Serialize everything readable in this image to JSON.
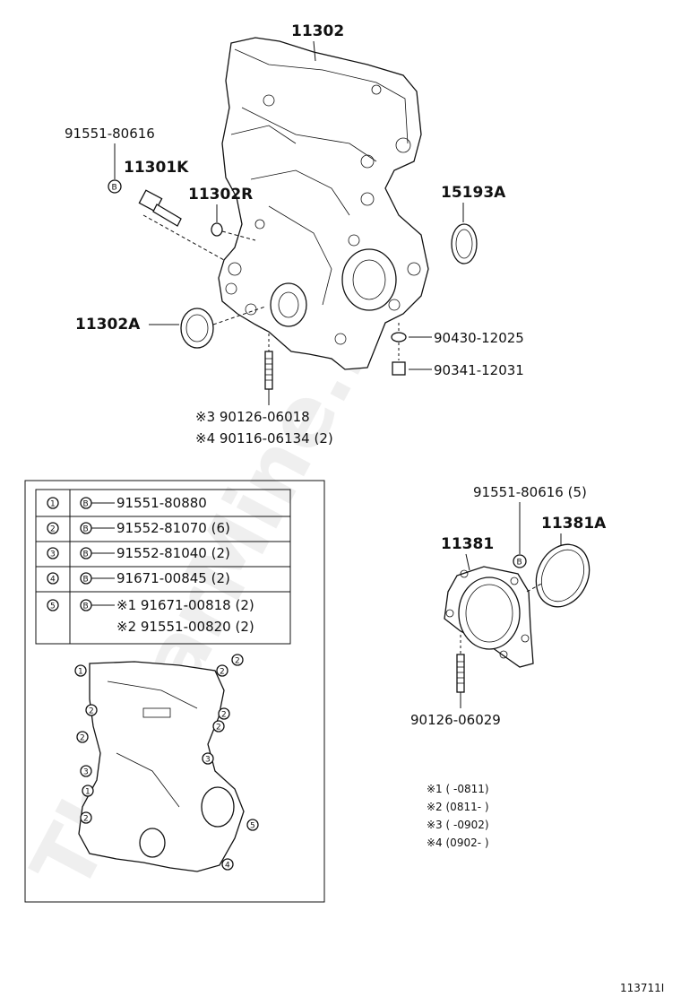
{
  "top_parts": {
    "cover": "11302",
    "bolt_code": "91551-80616",
    "bolt_b": "B",
    "union": "11301K",
    "plug": "11302R",
    "seal_right": "15193A",
    "seal_left": "11302A",
    "gasket_ring": "90430-12025",
    "drain_plug": "90341-12031",
    "stud_note_3": "※3 90126-06018",
    "stud_note_4": "※4 90116-06134 (2)"
  },
  "legend_table": {
    "rows": [
      {
        "num": "1",
        "b": "B",
        "code": "91551-80880"
      },
      {
        "num": "2",
        "b": "B",
        "code": "91552-81070 (6)"
      },
      {
        "num": "3",
        "b": "B",
        "code": "91552-81040 (2)"
      },
      {
        "num": "4",
        "b": "B",
        "code": "91671-00845 (2)"
      },
      {
        "num": "5",
        "b": "B",
        "code": "※1 91671-00818 (2)",
        "code2": "※2 91551-00820 (2)"
      }
    ]
  },
  "rear_parts": {
    "bolt": "91551-80616 (5)",
    "bolt_b": "B",
    "retainer": "11381",
    "seal": "11381A",
    "stud": "90126-06029"
  },
  "notes": [
    "※1 (      -0811)",
    "※2 (0811-      )",
    "※3 (      -0902)",
    "※4 (0902-      )"
  ],
  "figure_id": "113711I",
  "watermark": "TheCarMine.ru"
}
